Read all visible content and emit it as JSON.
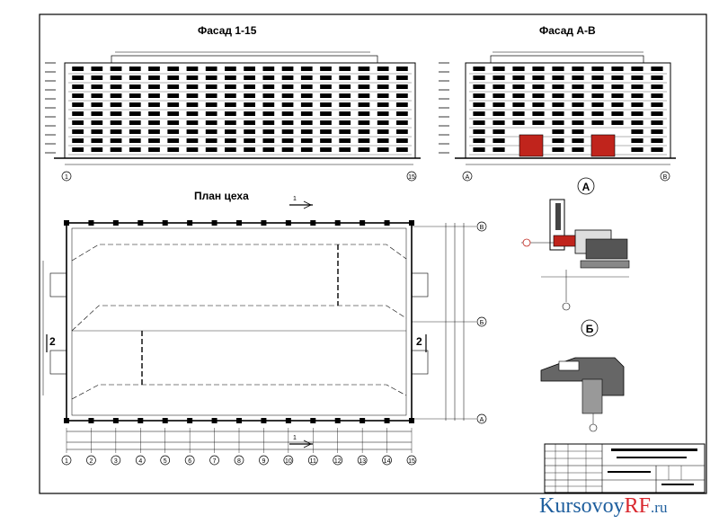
{
  "facade_left": {
    "title": "Фасад 1-15",
    "axis_start": "1",
    "axis_end": "15"
  },
  "facade_right": {
    "title": "Фасад А-В",
    "axis_start": "А",
    "axis_end": "В"
  },
  "plan": {
    "title": "План цеха",
    "section_mark": "1",
    "side_mark": "2",
    "column_axes": [
      "1",
      "2",
      "3",
      "4",
      "5",
      "6",
      "7",
      "8",
      "9",
      "10",
      "11",
      "12",
      "13",
      "14",
      "15"
    ],
    "row_axes": [
      "В",
      "Б",
      "А"
    ]
  },
  "details": {
    "detail_a": "А",
    "detail_b": "Б"
  },
  "watermark": {
    "part1": "Kursovoy",
    "part2": "RF",
    "part3": ".ru"
  },
  "colors": {
    "ink": "#000000",
    "door_red": "#c0241c",
    "brand_blue": "#1f5f9e",
    "brand_red": "#d9272e"
  }
}
